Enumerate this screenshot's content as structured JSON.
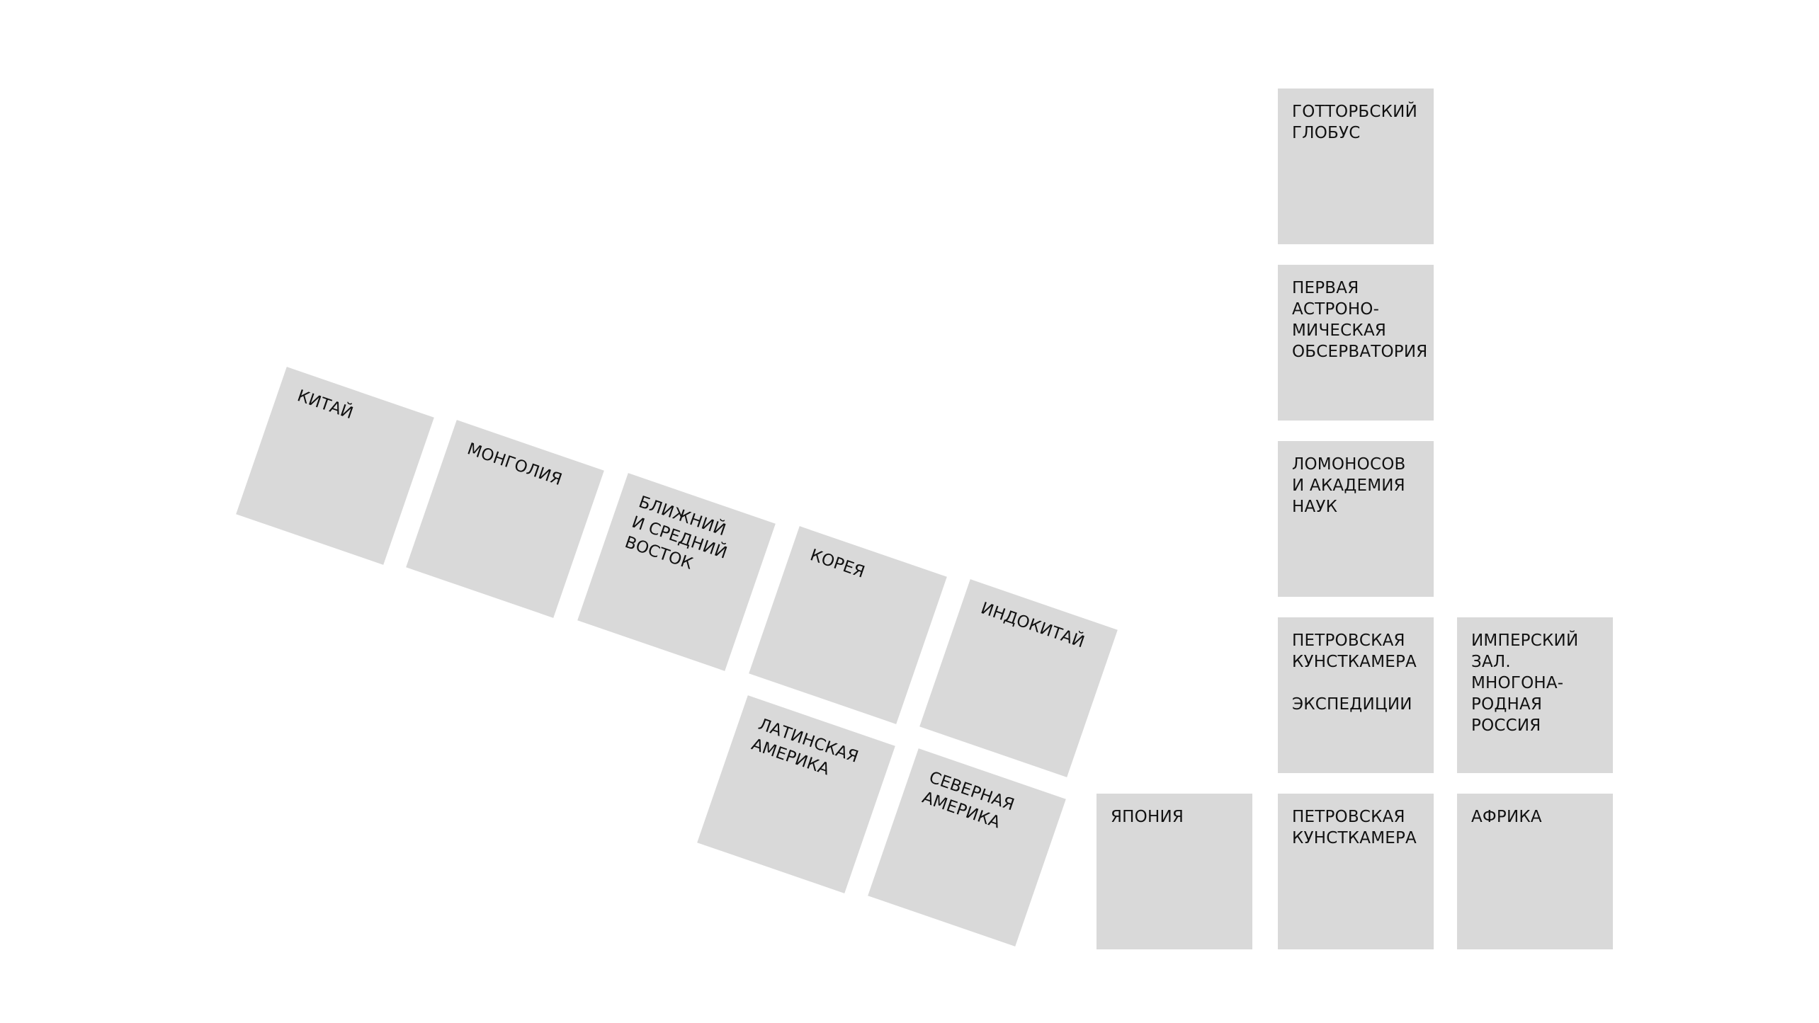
{
  "colors": {
    "background": "#ffffff",
    "tile": "#d9d9d9",
    "text": "#111111"
  },
  "rooms": {
    "china": {
      "label": "КИТАЙ"
    },
    "mongolia": {
      "label": "МОНГОЛИЯ"
    },
    "near_middle_east": {
      "label": "БЛИЖНИЙ\nИ СРЕДНИЙ\nВОСТОК"
    },
    "korea": {
      "label": "КОРЕЯ"
    },
    "indochina": {
      "label": "ИНДОКИТАЙ"
    },
    "latin_america": {
      "label": "ЛАТИНСКАЯ\nАМЕРИКА"
    },
    "north_america": {
      "label": "СЕВЕРНАЯ\nАМЕРИКА"
    },
    "japan": {
      "label": "ЯПОНИЯ"
    },
    "gottorp_globe": {
      "label": "ГОТТОРБСКИЙ\nГЛОБУС"
    },
    "first_observatory": {
      "label": "ПЕРВАЯ\nАСТРОНО-\nМИЧЕСКАЯ\nОБСЕРВАТОРИЯ"
    },
    "lomonosov": {
      "label": "ЛОМОНОСОВ\nИ АКАДЕМИЯ\nНАУК"
    },
    "kunstkamera_expeditions": {
      "label": "ПЕТРОВСКАЯ\nКУНСТКАМЕРА\n\nЭКСПЕДИЦИИ"
    },
    "imperial_hall": {
      "label": "ИМПЕРСКИЙ\nЗАЛ.\nМНОГОНА-\nРОДНАЯ\nРОССИЯ"
    },
    "kunstkamera": {
      "label": "ПЕТРОВСКАЯ\nКУНСТКАМЕРА"
    },
    "africa": {
      "label": "АФРИКА"
    }
  }
}
